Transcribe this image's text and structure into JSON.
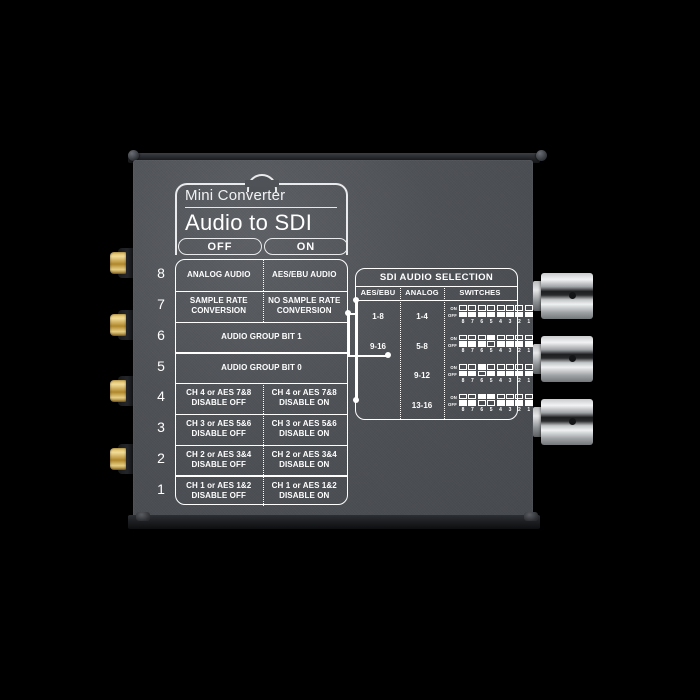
{
  "device": {
    "brand_line": "Mini Converter",
    "product_name": "Audio to SDI",
    "state_headers": {
      "off": "OFF",
      "on": "ON"
    }
  },
  "switch_table": {
    "rows": [
      {
        "number": "8",
        "off": "ANALOG AUDIO",
        "on": "AES/EBU AUDIO",
        "span": false
      },
      {
        "number": "7",
        "off": "SAMPLE RATE\nCONVERSION",
        "on": "NO SAMPLE RATE\nCONVERSION",
        "span": false
      },
      {
        "number": "6",
        "off": "AUDIO GROUP BIT 1",
        "on": "",
        "span": true
      },
      {
        "number": "5",
        "off": "AUDIO GROUP BIT 0",
        "on": "",
        "span": true
      },
      {
        "number": "4",
        "off": "CH 4 or AES 7&8\nDISABLE OFF",
        "on": "CH 4 or AES 7&8\nDISABLE ON",
        "span": false
      },
      {
        "number": "3",
        "off": "CH 3 or AES 5&6\nDISABLE OFF",
        "on": "CH 3 or AES 5&6\nDISABLE ON",
        "span": false
      },
      {
        "number": "2",
        "off": "CH 2 or AES 3&4\nDISABLE OFF",
        "on": "CH 2 or AES 3&4\nDISABLE ON",
        "span": false
      },
      {
        "number": "1",
        "off": "CH 1 or AES 1&2\nDISABLE OFF",
        "on": "CH 1 or AES 1&2\nDISABLE ON",
        "span": false
      }
    ]
  },
  "sdi_audio_selection": {
    "title": "SDI AUDIO SELECTION",
    "columns": [
      "AES/EBU",
      "ANALOG",
      "SWITCHES"
    ],
    "switch_legend": {
      "on": "ON",
      "off": "OFF"
    },
    "switch_numbers": [
      "8",
      "7",
      "6",
      "5",
      "4",
      "3",
      "2",
      "1"
    ],
    "rows": [
      {
        "aes_ebu": "1-8",
        "analog": "1-4",
        "states": [
          "off",
          "off",
          "off",
          "off",
          "off",
          "off",
          "off",
          "off"
        ]
      },
      {
        "aes_ebu": "9-16",
        "analog": "5-8",
        "states": [
          "off",
          "off",
          "off",
          "on",
          "off",
          "off",
          "off",
          "off"
        ]
      },
      {
        "aes_ebu": "",
        "analog": "9-12",
        "states": [
          "off",
          "off",
          "on",
          "off",
          "off",
          "off",
          "off",
          "off"
        ]
      },
      {
        "aes_ebu": "",
        "analog": "13-16",
        "states": [
          "off",
          "off",
          "on",
          "on",
          "off",
          "off",
          "off",
          "off"
        ]
      }
    ]
  },
  "connectors": {
    "left": {
      "type": "rca-analog-audio-jack",
      "count": 4
    },
    "right": {
      "type": "bnc-sdi-connector",
      "count": 3
    }
  },
  "colors": {
    "chassis": "#4e5156",
    "silkscreen": "#ffffff",
    "background": "#000000",
    "gold": "#d9b75a",
    "chrome": "#c9cbcd"
  }
}
